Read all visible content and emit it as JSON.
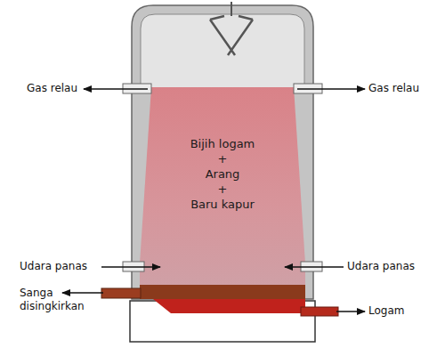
{
  "diagram": {
    "nodes": [
      {
        "text": [
          "Bijih logam",
          "+",
          "Arang",
          "+",
          "Baru kapur"
        ]
      }
    ],
    "labels": [
      "Gas relau",
      "Gas relau",
      "Udara panas",
      "Udara panas",
      "Sanga disingkirkan",
      "Logam"
    ]
  }
}
